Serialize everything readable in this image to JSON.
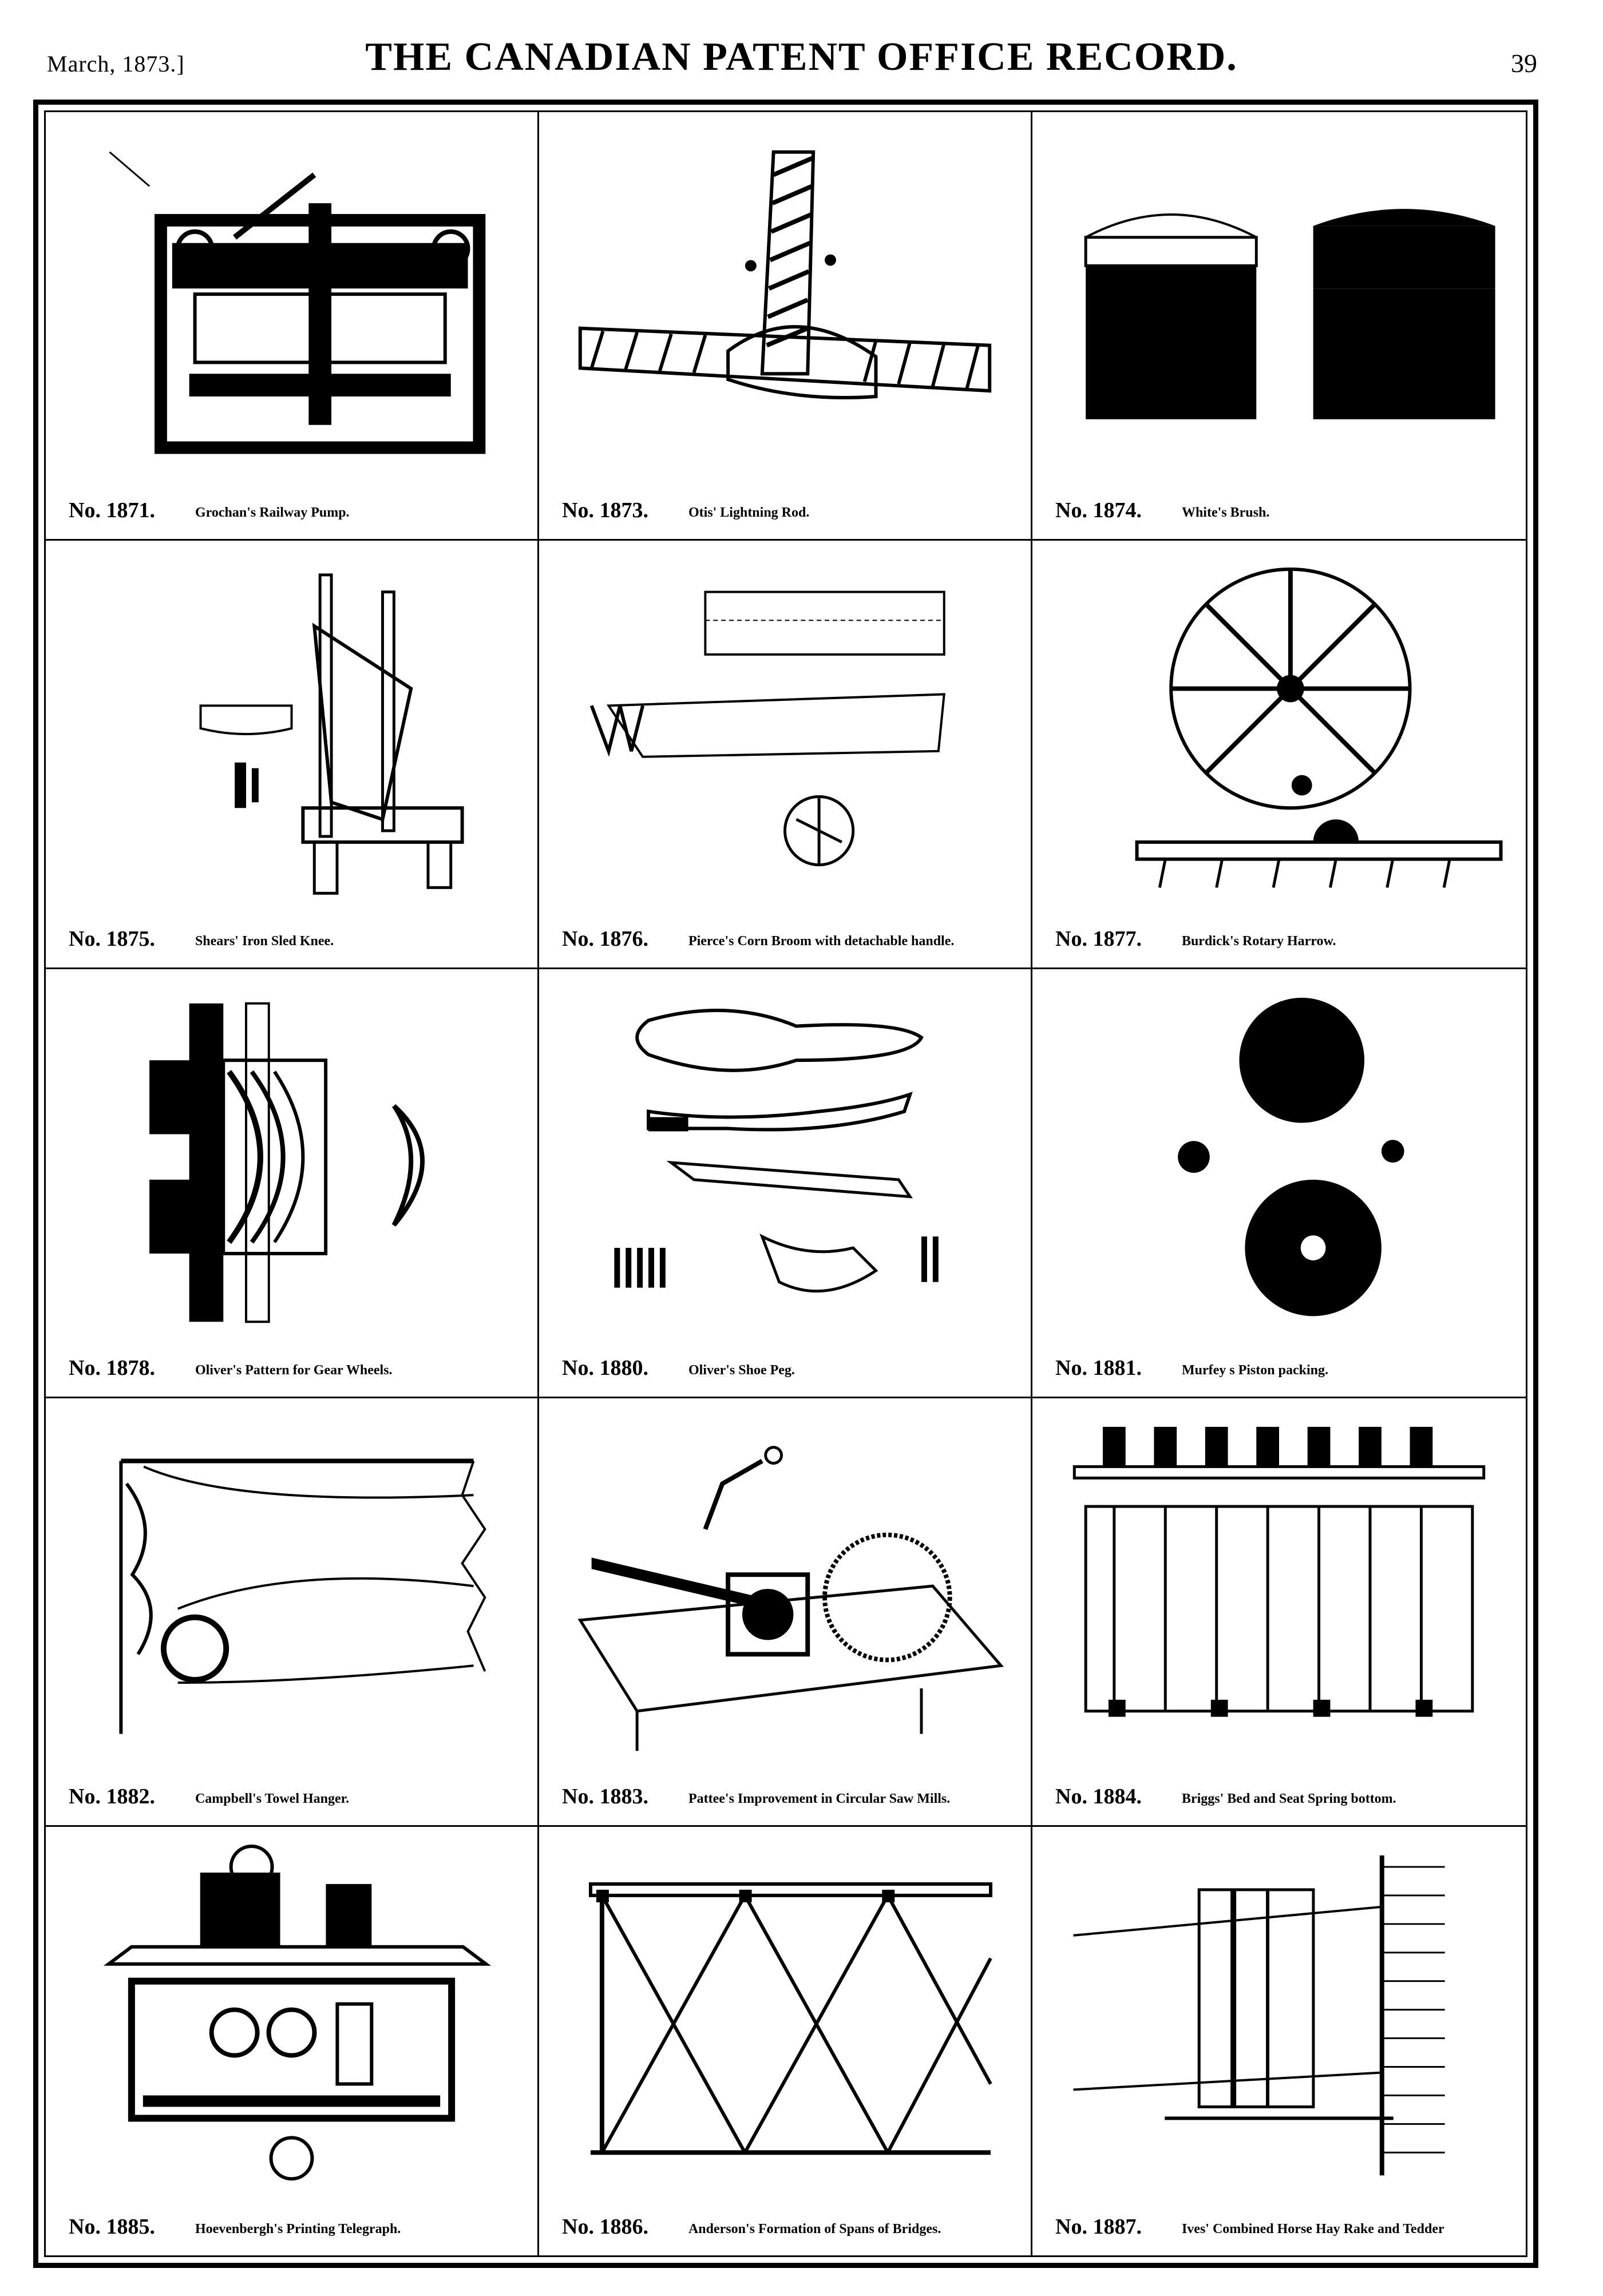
{
  "header": {
    "date": "March, 1873.]",
    "title": "THE CANADIAN PATENT OFFICE RECORD.",
    "page": "39"
  },
  "patents": [
    {
      "number": "No. 1871.",
      "title": "Grochan's Railway Pump.",
      "icon": "railway-pump-drawing-icon"
    },
    {
      "number": "No. 1873.",
      "title": "Otis' Lightning Rod.",
      "icon": "lightning-rod-drawing-icon"
    },
    {
      "number": "No. 1874.",
      "title": "White's Brush.",
      "icon": "brush-drawing-icon"
    },
    {
      "number": "No. 1875.",
      "title": "Shears' Iron Sled Knee.",
      "icon": "sled-knee-drawing-icon"
    },
    {
      "number": "No. 1876.",
      "title": "Pierce's Corn Broom with detachable handle.",
      "icon": "corn-broom-drawing-icon"
    },
    {
      "number": "No. 1877.",
      "title": "Burdick's Rotary Harrow.",
      "icon": "rotary-harrow-drawing-icon"
    },
    {
      "number": "No. 1878.",
      "title": "Oliver's Pattern for Gear Wheels.",
      "icon": "gear-pattern-drawing-icon"
    },
    {
      "number": "No. 1880.",
      "title": "Oliver's Shoe Peg.",
      "icon": "shoe-peg-drawing-icon"
    },
    {
      "number": "No. 1881.",
      "title": "Murfey s Piston packing.",
      "icon": "piston-packing-drawing-icon"
    },
    {
      "number": "No. 1882.",
      "title": "Campbell's Towel Hanger.",
      "icon": "towel-hanger-drawing-icon"
    },
    {
      "number": "No. 1883.",
      "title": "Pattee's Improvement in Circular Saw Mills.",
      "icon": "saw-mill-drawing-icon"
    },
    {
      "number": "No. 1884.",
      "title": "Briggs' Bed and Seat Spring bottom.",
      "icon": "spring-bottom-drawing-icon"
    },
    {
      "number": "No. 1885.",
      "title": "Hoevenbergh's Printing Telegraph.",
      "icon": "printing-telegraph-drawing-icon"
    },
    {
      "number": "No. 1886.",
      "title": "Anderson's Formation of Spans of Bridges.",
      "icon": "bridge-span-drawing-icon"
    },
    {
      "number": "No. 1887.",
      "title": "Ives' Combined Horse Hay Rake and Tedder",
      "icon": "hay-rake-drawing-icon"
    }
  ]
}
